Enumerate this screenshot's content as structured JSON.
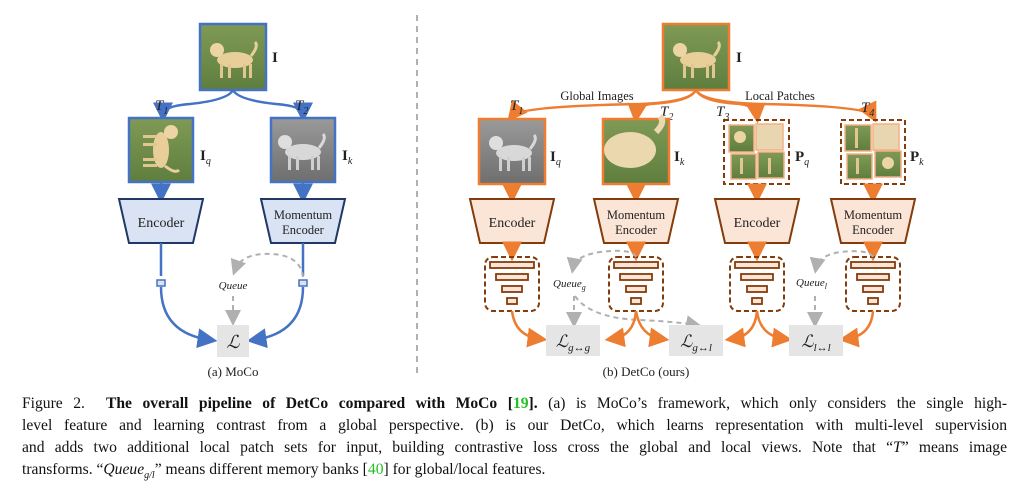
{
  "moco": {
    "input_label": "I",
    "t1": "T",
    "t1_sub": "1",
    "t2": "T",
    "t2_sub": "2",
    "query_label": "I",
    "query_sub": "q",
    "key_label": "I",
    "key_sub": "k",
    "encoder_label": "Encoder",
    "momentum_label_1": "Momentum",
    "momentum_label_2": "Encoder",
    "queue_label": "Queue",
    "loss_label": "ℒ",
    "subtitle": "(a) MoCo",
    "color": "#4472c4",
    "fill": "#dae3f3"
  },
  "detco": {
    "input_label": "I",
    "global_images_label": "Global Images",
    "local_patches_label": "Local Patches",
    "transforms": [
      {
        "t": "T",
        "sub": "1"
      },
      {
        "t": "T",
        "sub": "2"
      },
      {
        "t": "T",
        "sub": "3"
      },
      {
        "t": "T",
        "sub": "4"
      }
    ],
    "branches": [
      {
        "label": "I",
        "sub": "q",
        "encoder": "Encoder"
      },
      {
        "label": "I",
        "sub": "k",
        "encoder": "Momentum Encoder"
      },
      {
        "label": "P",
        "sub": "q",
        "encoder": "Encoder"
      },
      {
        "label": "P",
        "sub": "k",
        "encoder": "Momentum Encoder"
      }
    ],
    "encoder_label": "Encoder",
    "momentum_label_1": "Momentum",
    "momentum_label_2": "Encoder",
    "queue_g": "Queue",
    "queue_g_sub": "g",
    "queue_l": "Queue",
    "queue_l_sub": "l",
    "losses": [
      {
        "base": "ℒ",
        "sub": "g↔g"
      },
      {
        "base": "ℒ",
        "sub": "g↔l"
      },
      {
        "base": "ℒ",
        "sub": "l↔l"
      }
    ],
    "subtitle": "(b) DetCo (ours)",
    "color": "#ed7d31",
    "dark": "#843c0c",
    "fill": "#fbe5d6"
  },
  "caption": {
    "figure_no": "Figure 2.",
    "title": "The overall pipeline of DetCo compared with MoCo [",
    "cite1": "19",
    "title_end": "].",
    "line1_rest": " (a) is MoCo’s framework, which only considers the single high-",
    "line2": "level feature and learning contrast from a global perspective.  (b) is our DetCo, which learns representation with multi-level supervision",
    "line3a": "and adds two additional local patch sets for input, building contrastive loss cross the global and local views. Note that “",
    "line3_t": "T",
    "line3b": "” means image",
    "line4a": "transforms. “",
    "line4_q": "Queue",
    "line4_sub": "g/l",
    "line4b": "” means different memory banks [",
    "cite2": "40",
    "line4c": "] for global/local features."
  }
}
